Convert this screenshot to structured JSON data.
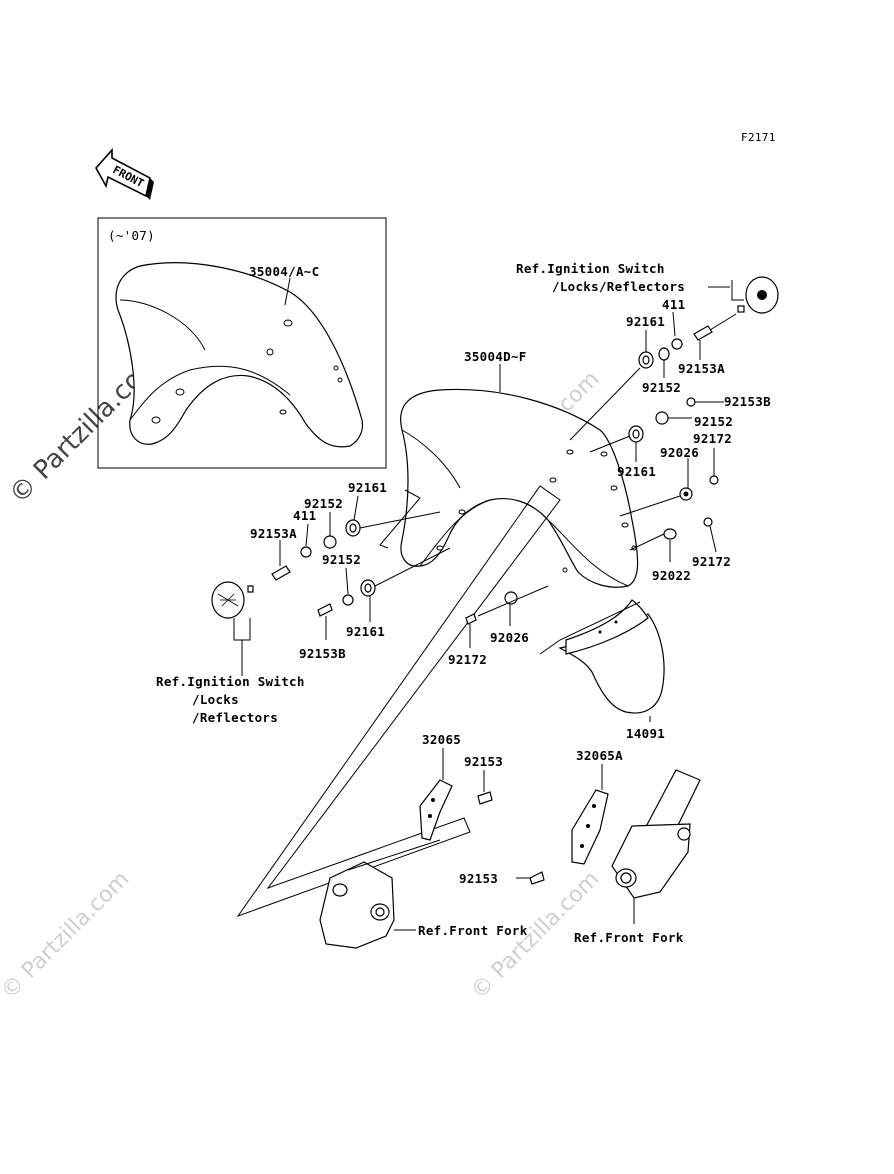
{
  "figure_code": "F2171",
  "front_arrow": "FRONT",
  "inset_note": "(~'07)",
  "watermark": "© Partzilla.com",
  "watermark_short": "Partzilla.com",
  "labels": {
    "p35004AC": "35004/A~C",
    "p35004DF": "35004D~F",
    "ref_ign_right_1": "Ref.Ignition Switch",
    "ref_ign_right_2": "/Locks/Reflectors",
    "ref_ign_left_1": "Ref.Ignition Switch",
    "ref_ign_left_2": "/Locks",
    "ref_ign_left_3": "/Reflectors",
    "p411": "411",
    "p92161": "92161",
    "p92152": "92152",
    "p92153A": "92153A",
    "p92153B": "92153B",
    "p92172": "92172",
    "p92026": "92026",
    "p92022": "92022",
    "p14091": "14091",
    "p32065": "32065",
    "p32065A": "32065A",
    "p92153": "92153",
    "ref_front_fork": "Ref.Front Fork"
  }
}
